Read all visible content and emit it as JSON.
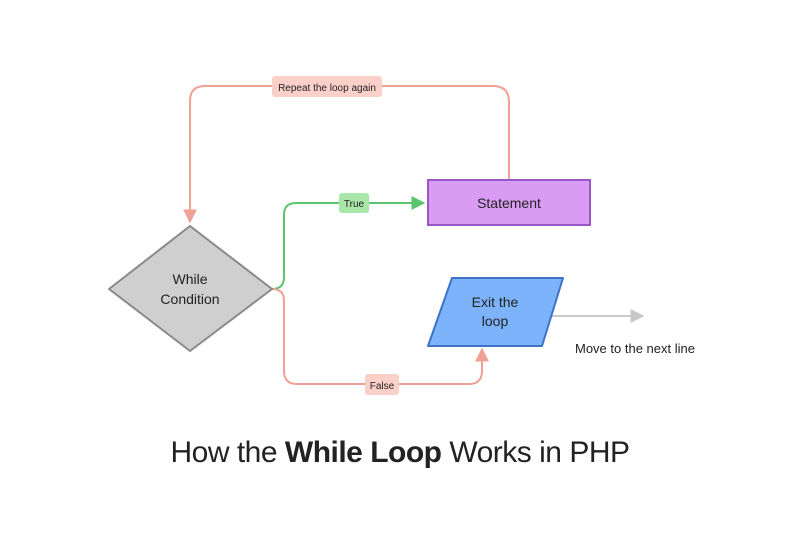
{
  "diagram": {
    "nodes": {
      "condition": {
        "line1": "While",
        "line2": "Condition",
        "fill": "#cfcfcf",
        "stroke": "#8a8a8a"
      },
      "statement": {
        "label": "Statement",
        "fill": "#d99cf5",
        "stroke": "#9b55c7"
      },
      "exit": {
        "line1": "Exit the",
        "line2": "loop",
        "fill": "#7db3fa",
        "stroke": "#3c73c9"
      }
    },
    "edges": {
      "repeat": {
        "label": "Repeat the loop again",
        "color": "#f0a195",
        "label_fill": "#fbd0c8"
      },
      "true": {
        "label": "True",
        "color": "#5cc46e",
        "label_fill": "#a9e6a9"
      },
      "false": {
        "label": "False",
        "color": "#f0a195",
        "label_fill": "#fbd0c8"
      },
      "next": {
        "label": "Move to the next line",
        "color": "#c8c8c8"
      }
    }
  },
  "title": {
    "prefix": "How the ",
    "bold": "While Loop",
    "suffix": " Works in PHP"
  }
}
